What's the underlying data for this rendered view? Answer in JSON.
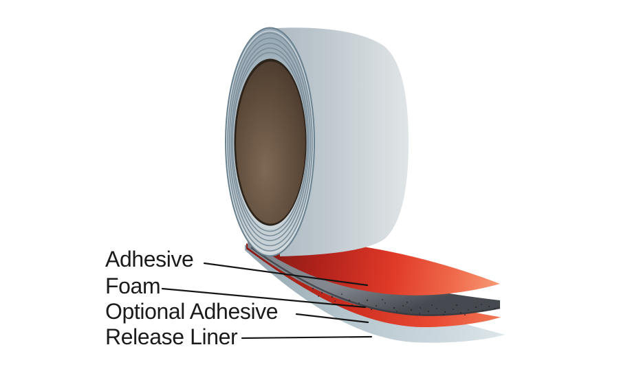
{
  "diagram": {
    "background_color": "#ffffff",
    "labels": [
      {
        "text": "Adhesive",
        "color": "#e0392b"
      },
      {
        "text": "Foam",
        "color": "#62666c"
      },
      {
        "text": "Optional Adhesive",
        "color": "#e2372a"
      },
      {
        "text": "Release Liner",
        "color": "#c4cfd6"
      }
    ],
    "roll": {
      "body_color": "#ccd4d9",
      "core_color": "#6e5a48"
    },
    "label_text_color": "#1b1b1b",
    "leader_line_color": "#151515"
  }
}
